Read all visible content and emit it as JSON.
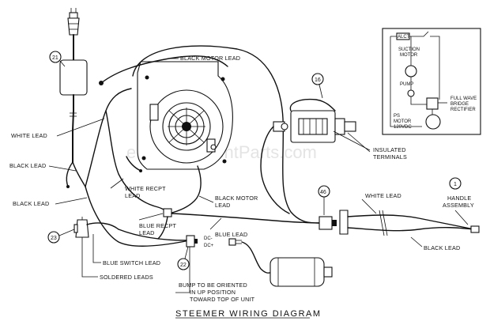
{
  "title": "STEEMER WIRING DIAGRAM",
  "watermark": "eReplacementParts.com",
  "labels": {
    "black_motor_lead_top": "BLACK MOTOR LEAD",
    "white_lead_left": "WHITE LEAD",
    "black_lead_left_top": "BLACK LEAD",
    "black_lead_left_bottom": "BLACK LEAD",
    "white_recpt_lead_1": "WHITE RECPT",
    "white_recpt_lead_2": "LEAD",
    "black_motor_lead_mid_1": "BLACK MOTOR",
    "black_motor_lead_mid_2": "LEAD",
    "blue_recpt_lead_1": "BLUE RECPT",
    "blue_recpt_lead_2": "LEAD",
    "blue_lead": "BLUE LEAD",
    "blue_switch_lead": "BLUE SWITCH LEAD",
    "soldered_leads": "SOLDERED LEADS",
    "insulated_terminals_1": "INSULATED",
    "insulated_terminals_2": "TERMINALS",
    "white_lead_right": "WHITE LEAD",
    "handle_assembly_1": "HANDLE",
    "handle_assembly_2": "ASSEMBLY",
    "black_lead_right": "BLACK LEAD",
    "dc_minus": "DC-",
    "dc_plus": "DC+",
    "bump_note_1": "BUMP TO BE ORIENTED",
    "bump_note_2": "IN UP POSITION",
    "bump_note_3": "TOWARD TOP OF UNIT"
  },
  "callouts": [
    "21",
    "16",
    "1",
    "46",
    "23",
    "22"
  ],
  "schematic": {
    "alct": "ALCT",
    "suction_motor_1": "SUCTION",
    "suction_motor_2": "MOTOR",
    "pump": "PUMP",
    "full_wave_1": "FULL WAVE",
    "full_wave_2": "BRIDGE",
    "full_wave_3": "RECTIFIER",
    "ps_motor_1": "PS",
    "ps_motor_2": "MOTOR",
    "ps_motor_3": "120VDC"
  }
}
